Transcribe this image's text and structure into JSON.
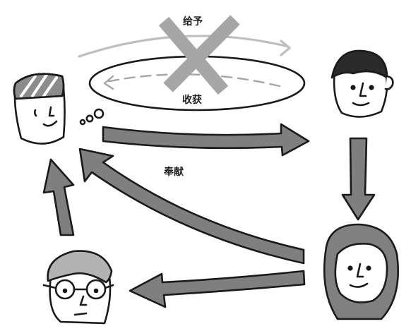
{
  "labels": {
    "give": "给予",
    "gain": "收获",
    "devote": "奉献"
  },
  "colors": {
    "arrow_fill": "#7f7f7f",
    "cross": "#a6a6a6",
    "outline": "#1a1a1a",
    "hair_dark": "#2a2a2a",
    "hair_gray": "#b3b3b3",
    "hair_mid": "#808080",
    "bandana": "#8c8c8c"
  },
  "icons": [
    "thought-bubble-icon",
    "cross-icon"
  ]
}
